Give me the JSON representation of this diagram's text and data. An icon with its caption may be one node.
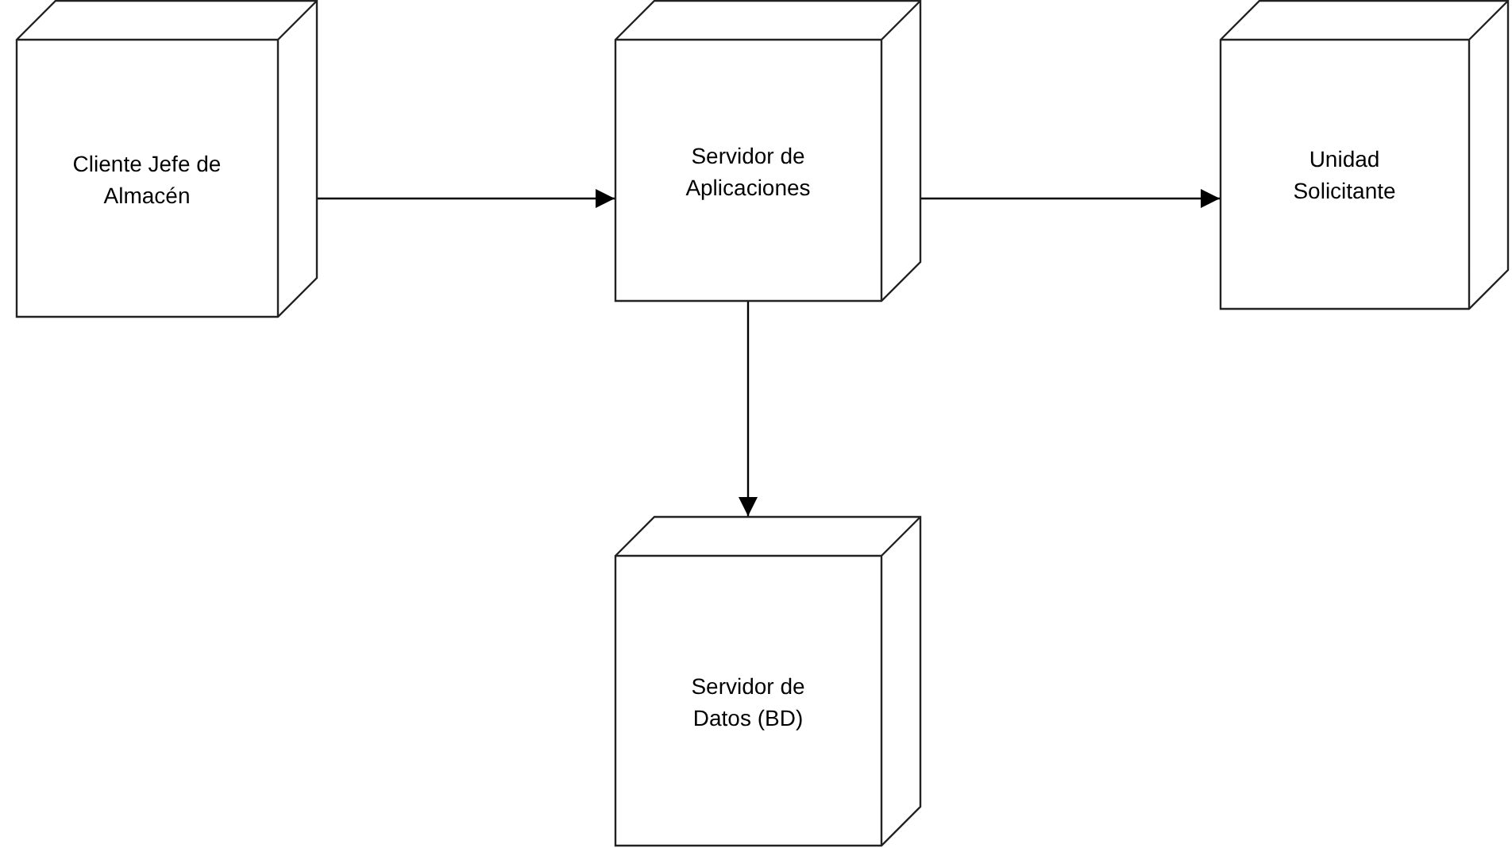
{
  "diagram": {
    "nodes": [
      {
        "text": [
          "Cliente Jefe de Almacén"
        ]
      },
      {
        "text": [
          "Servidor de Aplicaciones"
        ]
      },
      {
        "text": [
          "Unidad Solicitante"
        ]
      },
      {
        "text": [
          "Servidor de Datos (BD)"
        ]
      }
    ],
    "edges": [
      {
        "from": 0,
        "to": 1,
        "arrow": "to"
      },
      {
        "from": 1,
        "to": 2,
        "arrow": "to"
      },
      {
        "from": 1,
        "to": 3,
        "arrow": "to"
      }
    ]
  }
}
